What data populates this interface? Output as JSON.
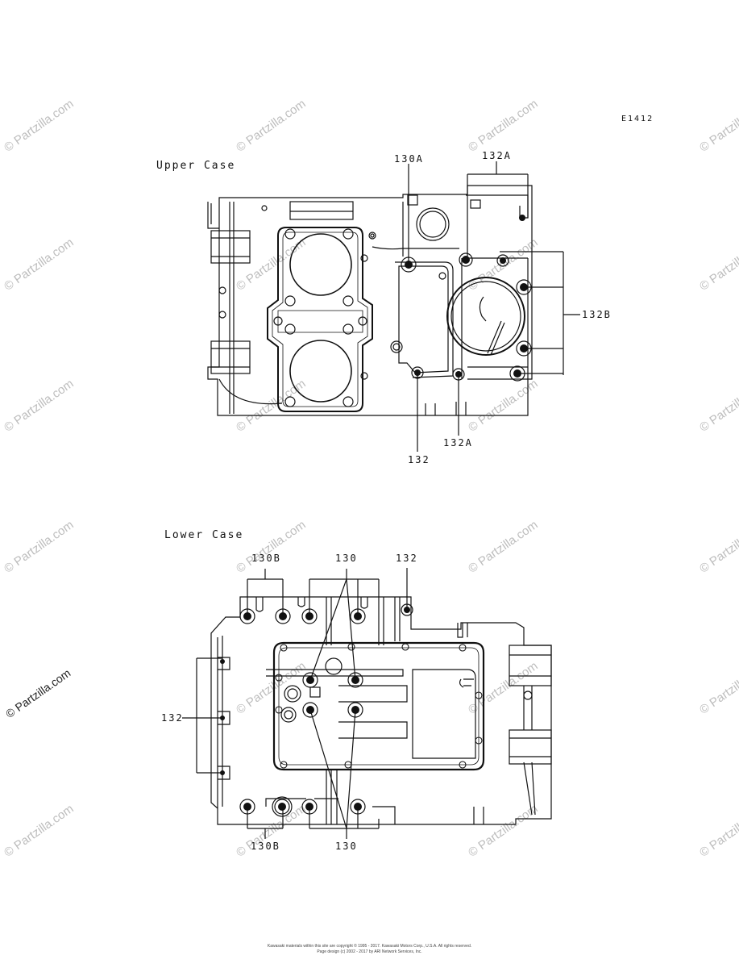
{
  "diagram": {
    "code": "E1412",
    "upper_title": "Upper Case",
    "lower_title": "Lower Case",
    "upper_labels": {
      "l130a": "130A",
      "l132a_top": "132A",
      "l132b": "132B",
      "l132": "132",
      "l132a_bottom": "132A"
    },
    "lower_labels": {
      "l130b_top": "130B",
      "l130_top": "130",
      "l132_top": "132",
      "l132_left": "132",
      "l130b_bottom": "130B",
      "l130_bottom": "130"
    }
  },
  "watermark": {
    "text": "© Partzilla.com"
  },
  "footer": {
    "line1": "Kawasaki materials within this site are copyright © 1995 - 2017. Kawasaki Motors Corp., U.S.A.  All rights reserved.",
    "line2": "Page design (c) 2002 - 2017 by ARI Network Services, Inc."
  }
}
